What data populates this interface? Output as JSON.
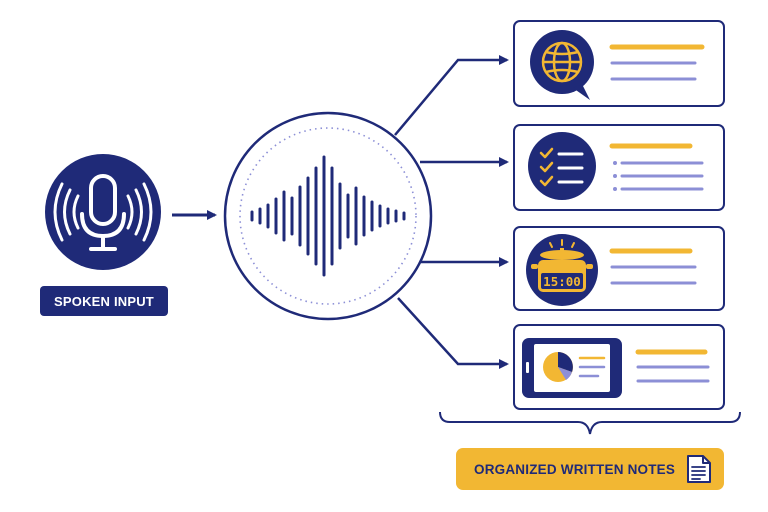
{
  "input": {
    "label": "SPOKEN INPUT",
    "icon": "microphone-icon"
  },
  "processor": {
    "icon": "waveform-icon"
  },
  "outputs": [
    {
      "icon": "globe-speech-icon"
    },
    {
      "icon": "checklist-icon"
    },
    {
      "icon": "cooking-pot-timer-icon",
      "timer_text": "15:00"
    },
    {
      "icon": "tablet-pie-chart-icon"
    }
  ],
  "output_group": {
    "label": "ORGANIZED WRITTEN NOTES",
    "icon": "document-icon"
  },
  "colors": {
    "navy": "#1f2a78",
    "gold": "#f2b733",
    "lavender": "#8c8fd6",
    "background": "#ffffff"
  }
}
